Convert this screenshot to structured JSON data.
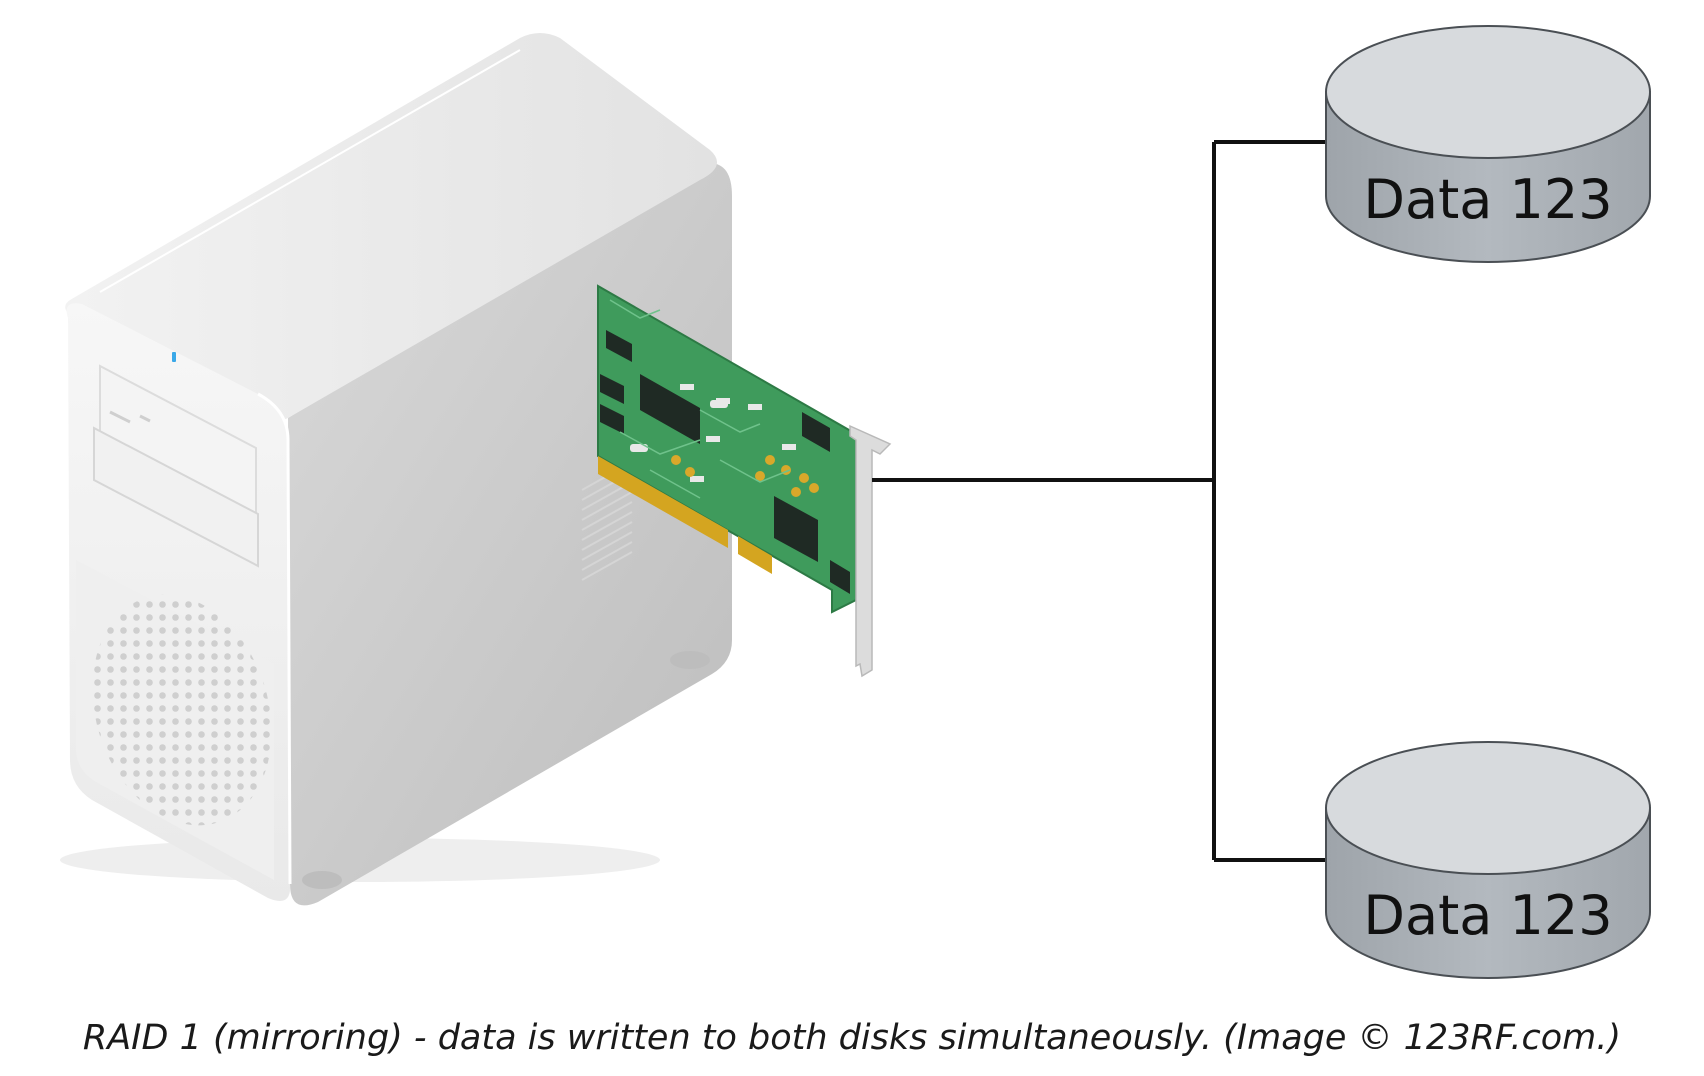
{
  "disks": [
    {
      "label": "Data 123"
    },
    {
      "label": "Data 123"
    }
  ],
  "caption": "RAID 1 (mirroring) - data is written to both disks simultaneously. (Image © 123RF.com.)",
  "colors": {
    "tower_front": "#f0f0f0",
    "tower_side": "#c9c9c9",
    "tower_top": "#e6e6e6",
    "card_pcb": "#3f9b5c",
    "card_contacts": "#d4a520",
    "disk_top": "#d7dadd",
    "disk_side": "#aab0b6",
    "connector_line": "#111111"
  }
}
